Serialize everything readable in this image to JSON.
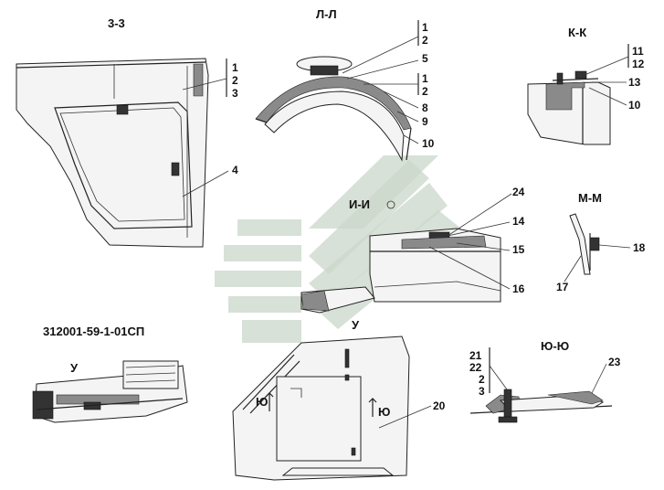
{
  "drawing_code": "312001-59-1-01СП",
  "sections": {
    "s33": "3-3",
    "sLL": "Л-Л",
    "sKK": "К-К",
    "sII": "И-И",
    "sMM": "М-М",
    "sUU": "У",
    "sYY": "Ю-Ю",
    "detailU": "У",
    "markYu1": "Ю",
    "markYu2": "Ю"
  },
  "callouts": {
    "c33": [
      "1",
      "2",
      "3",
      "4"
    ],
    "cLL": [
      "1",
      "2",
      "5",
      "1",
      "2",
      "8",
      "9",
      "10"
    ],
    "cKK": [
      "11",
      "12",
      "13",
      "10"
    ],
    "cII": [
      "24",
      "14",
      "15",
      "16"
    ],
    "cMM": [
      "18",
      "17"
    ],
    "cYY": [
      "21",
      "22",
      "2",
      "3",
      "23"
    ],
    "cU": [
      "20"
    ]
  },
  "colors": {
    "watermark": "#c9d7c9",
    "ink": "#222222"
  }
}
